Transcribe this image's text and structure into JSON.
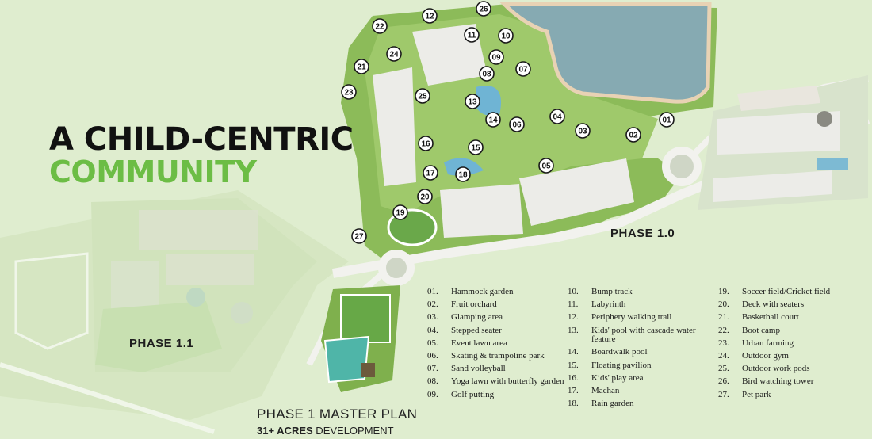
{
  "headline": {
    "line1": "A CHILD-CENTRIC",
    "line2": "COMMUNITY"
  },
  "phase_labels": {
    "phase_1_0": "PHASE 1.0",
    "phase_1_1": "PHASE 1.1"
  },
  "plan": {
    "title": "PHASE 1 MASTER PLAN",
    "subtitle_bold": "31+ ACRES",
    "subtitle_rest": " DEVELOPMENT"
  },
  "colors": {
    "background": "#dfedcf",
    "accent_green": "#6cbd45",
    "lake": "#86aab2",
    "vegetation": "#7fb04d",
    "path": "#efe9d8"
  },
  "markers": [
    "01",
    "02",
    "03",
    "04",
    "05",
    "06",
    "07",
    "08",
    "09",
    "10",
    "11",
    "12",
    "13",
    "14",
    "15",
    "16",
    "17",
    "18",
    "19",
    "20",
    "21",
    "22",
    "23",
    "24",
    "25",
    "26",
    "27"
  ],
  "legend": {
    "col1": [
      {
        "num": "01.",
        "label": "Hammock garden"
      },
      {
        "num": "02.",
        "label": "Fruit orchard"
      },
      {
        "num": "03.",
        "label": "Glamping area"
      },
      {
        "num": "04.",
        "label": "Stepped seater"
      },
      {
        "num": "05.",
        "label": "Event lawn area"
      },
      {
        "num": "06.",
        "label": "Skating & trampoline park"
      },
      {
        "num": "07.",
        "label": "Sand volleyball"
      },
      {
        "num": "08.",
        "label": "Yoga lawn with butterfly garden"
      },
      {
        "num": "09.",
        "label": "Golf putting"
      }
    ],
    "col2": [
      {
        "num": "10.",
        "label": "Bump track"
      },
      {
        "num": "11.",
        "label": "Labyrinth"
      },
      {
        "num": "12.",
        "label": "Periphery walking trail"
      },
      {
        "num": "13.",
        "label": "Kids' pool with cascade water feature"
      },
      {
        "num": "14.",
        "label": "Boardwalk pool"
      },
      {
        "num": "15.",
        "label": "Floating pavilion"
      },
      {
        "num": "16.",
        "label": "Kids' play area"
      },
      {
        "num": "17.",
        "label": "Machan"
      },
      {
        "num": "18.",
        "label": "Rain garden"
      }
    ],
    "col3": [
      {
        "num": "19.",
        "label": "Soccer field/Cricket field"
      },
      {
        "num": "20.",
        "label": "Deck with seaters"
      },
      {
        "num": "21.",
        "label": "Basketball court"
      },
      {
        "num": "22.",
        "label": "Boot camp"
      },
      {
        "num": "23.",
        "label": "Urban farming"
      },
      {
        "num": "24.",
        "label": "Outdoor gym"
      },
      {
        "num": "25.",
        "label": "Outdoor work pods"
      },
      {
        "num": "26.",
        "label": "Bird watching tower"
      },
      {
        "num": "27.",
        "label": "Pet park"
      }
    ]
  }
}
